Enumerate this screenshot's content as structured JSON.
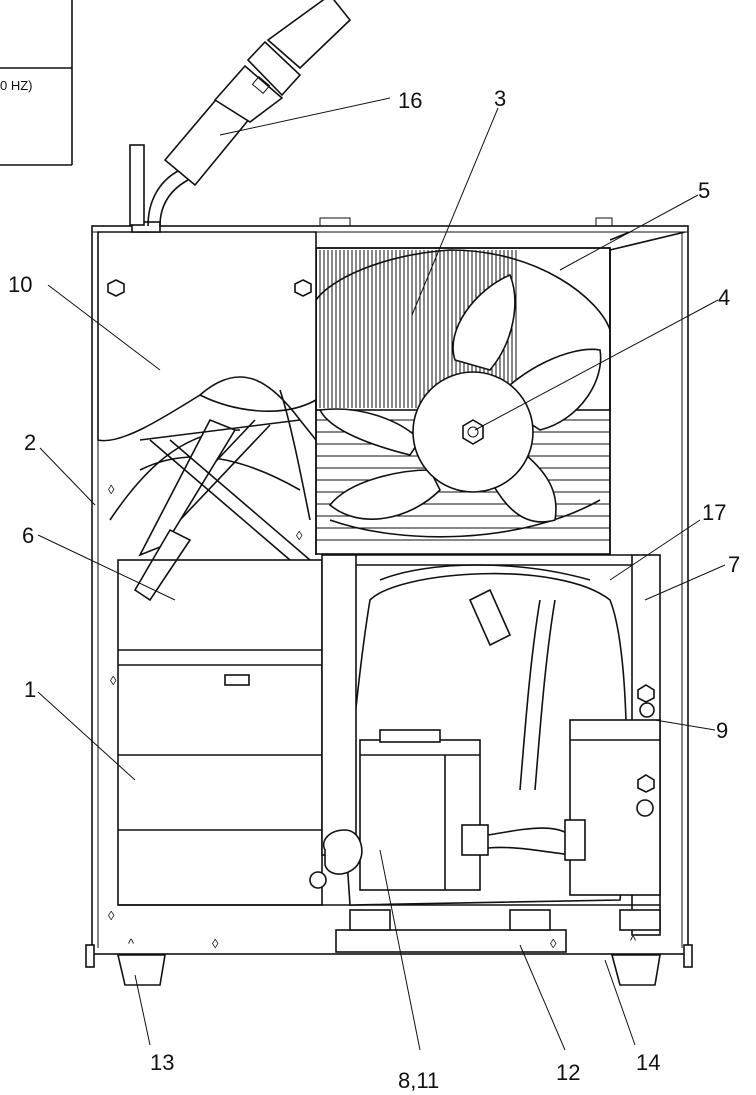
{
  "table_fragment": {
    "row2_text": "0 HZ)"
  },
  "callouts": [
    {
      "id": "callout-16",
      "label": "16"
    },
    {
      "id": "callout-3",
      "label": "3"
    },
    {
      "id": "callout-5",
      "label": "5"
    },
    {
      "id": "callout-4",
      "label": "4"
    },
    {
      "id": "callout-10",
      "label": "10"
    },
    {
      "id": "callout-2",
      "label": "2"
    },
    {
      "id": "callout-6",
      "label": "6"
    },
    {
      "id": "callout-17",
      "label": "17"
    },
    {
      "id": "callout-7",
      "label": "7"
    },
    {
      "id": "callout-1",
      "label": "1"
    },
    {
      "id": "callout-9",
      "label": "9"
    },
    {
      "id": "callout-13",
      "label": "13"
    },
    {
      "id": "callout-8-11",
      "label": "8,11"
    },
    {
      "id": "callout-12",
      "label": "12"
    },
    {
      "id": "callout-14",
      "label": "14"
    }
  ]
}
